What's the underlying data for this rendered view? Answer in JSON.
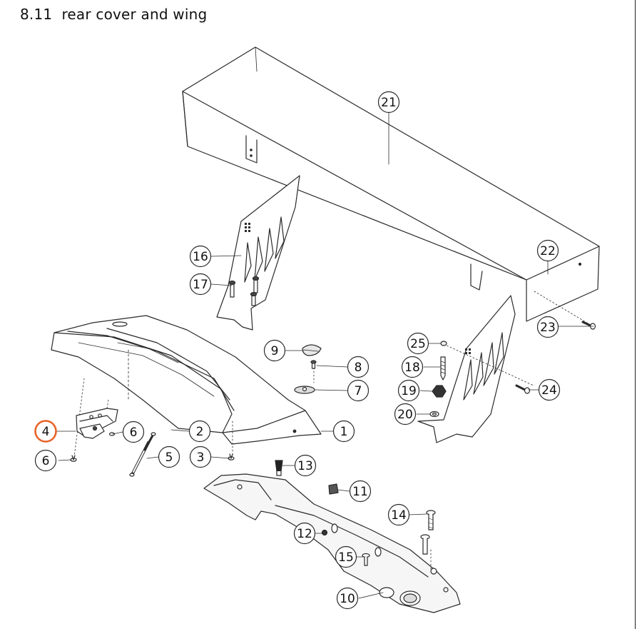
{
  "page": {
    "title": "8.11  rear cover and wing",
    "highlight_color": "#e8632a",
    "line_color": "#2a2a2a"
  },
  "callouts": [
    {
      "id": "1",
      "label": "1",
      "highlighted": false
    },
    {
      "id": "2",
      "label": "2",
      "highlighted": false
    },
    {
      "id": "3",
      "label": "3",
      "highlighted": false
    },
    {
      "id": "4",
      "label": "4",
      "highlighted": true
    },
    {
      "id": "5",
      "label": "5",
      "highlighted": false
    },
    {
      "id": "6a",
      "label": "6",
      "highlighted": false
    },
    {
      "id": "6b",
      "label": "6",
      "highlighted": false
    },
    {
      "id": "7",
      "label": "7",
      "highlighted": false
    },
    {
      "id": "8",
      "label": "8",
      "highlighted": false
    },
    {
      "id": "9",
      "label": "9",
      "highlighted": false
    },
    {
      "id": "10",
      "label": "10",
      "highlighted": false
    },
    {
      "id": "11",
      "label": "11",
      "highlighted": false
    },
    {
      "id": "12",
      "label": "12",
      "highlighted": false
    },
    {
      "id": "13",
      "label": "13",
      "highlighted": false
    },
    {
      "id": "14",
      "label": "14",
      "highlighted": false
    },
    {
      "id": "15",
      "label": "15",
      "highlighted": false
    },
    {
      "id": "16",
      "label": "16",
      "highlighted": false
    },
    {
      "id": "17",
      "label": "17",
      "highlighted": false
    },
    {
      "id": "18",
      "label": "18",
      "highlighted": false
    },
    {
      "id": "19",
      "label": "19",
      "highlighted": false
    },
    {
      "id": "20",
      "label": "20",
      "highlighted": false
    },
    {
      "id": "21",
      "label": "21",
      "highlighted": false
    },
    {
      "id": "22",
      "label": "22",
      "highlighted": false
    },
    {
      "id": "23",
      "label": "23",
      "highlighted": false
    },
    {
      "id": "24",
      "label": "24",
      "highlighted": false
    },
    {
      "id": "25",
      "label": "25",
      "highlighted": false
    }
  ]
}
